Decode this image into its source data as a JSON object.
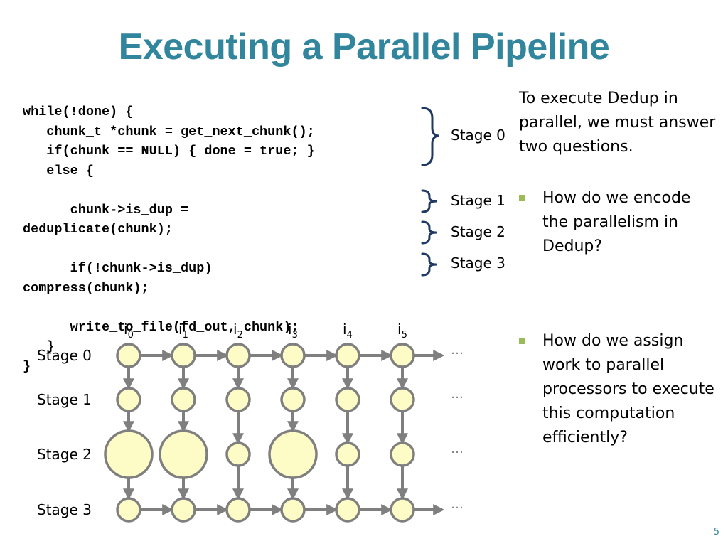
{
  "title": "Executing a Parallel Pipeline",
  "code_lines": [
    "while(!done) {",
    "   chunk_t *chunk = get_next_chunk();",
    "   if(chunk == NULL) { done = true; }",
    "   else {",
    "",
    "      chunk->is_dup =",
    "deduplicate(chunk);",
    "",
    "      if(!chunk->is_dup)",
    "compress(chunk);",
    "",
    "      write_to_file(fd_out, chunk);",
    "   }",
    "}"
  ],
  "brace_labels": [
    "Stage 0",
    "Stage 1",
    "Stage 2",
    "Stage 3"
  ],
  "intro": "To execute Dedup in parallel, we must answer two questions.",
  "bullets": [
    "How do we encode the parallelism in Dedup?",
    "How do we assign work to parallel processors to execute this computation efficiently?"
  ],
  "diagram": {
    "columns": [
      {
        "base": "i",
        "sub": "0"
      },
      {
        "base": "i",
        "sub": "1"
      },
      {
        "base": "i",
        "sub": "2"
      },
      {
        "base": "i",
        "sub": "3"
      },
      {
        "base": "i",
        "sub": "4"
      },
      {
        "base": "i",
        "sub": "5"
      }
    ],
    "rows": [
      "Stage 0",
      "Stage 1",
      "Stage 2",
      "Stage 3"
    ],
    "ellipsis": "…",
    "large_nodes_stage2": [
      0,
      1,
      3
    ],
    "node_fill": "#fdfbc6",
    "node_stroke": "#7f7f7f"
  },
  "page_number": "5",
  "colors": {
    "title": "#31859c",
    "bullet": "#9bbb59",
    "brace": "#1f3864"
  }
}
